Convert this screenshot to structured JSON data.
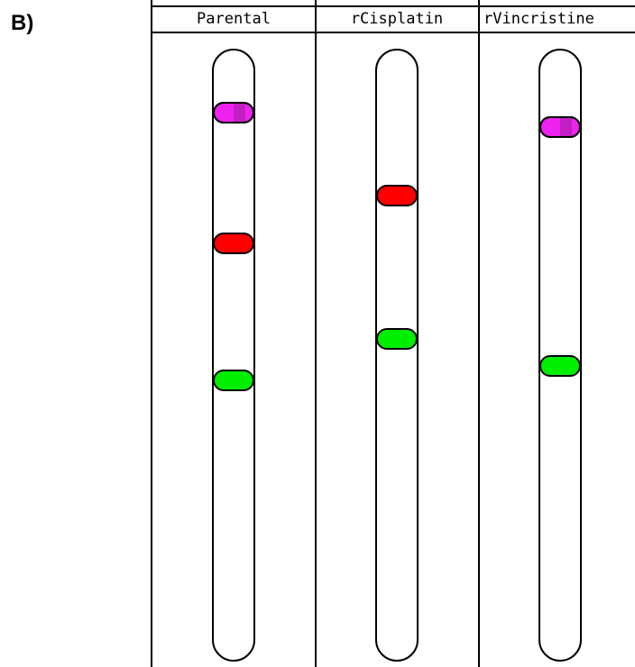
{
  "panel_label": "B)",
  "lanes": [
    {
      "name": "Parental",
      "bands": [
        {
          "color": "#ee22ee",
          "split": true
        },
        {
          "color": "#ff0000",
          "split": false
        },
        {
          "color": "#00ee00",
          "split": false
        }
      ]
    },
    {
      "name": "rCisplatin",
      "bands": [
        {
          "color": "#ff0000",
          "split": false
        },
        {
          "color": "#00ee00",
          "split": false
        }
      ]
    },
    {
      "name": "rVincristine",
      "bands": [
        {
          "color": "#ee22ee",
          "split": true
        },
        {
          "color": "#00ee00",
          "split": false
        }
      ]
    }
  ]
}
